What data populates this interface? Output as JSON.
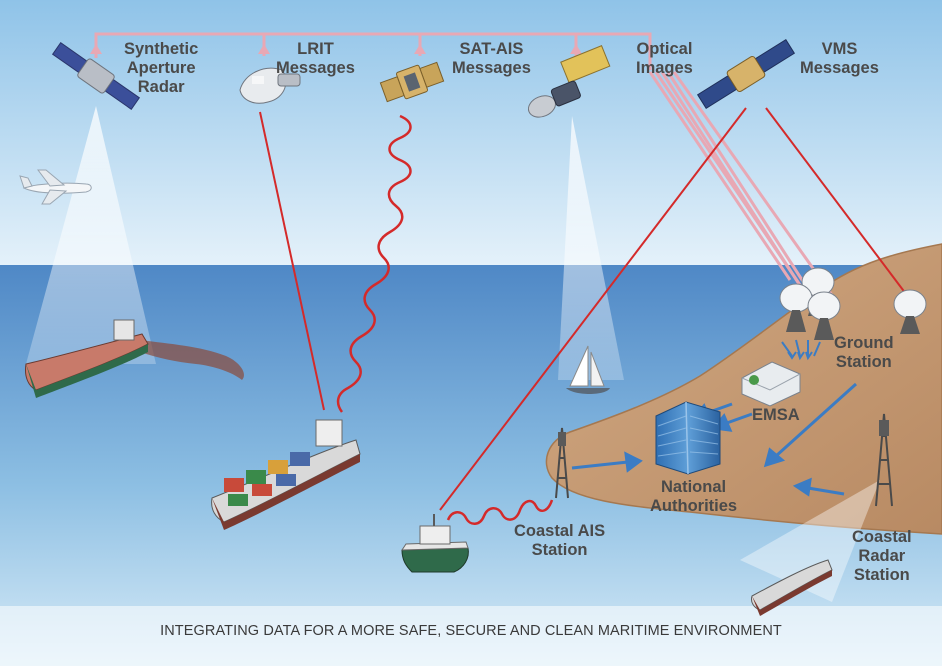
{
  "labels": {
    "sar": [
      "Synthetic",
      "Aperture",
      "Radar"
    ],
    "lrit": [
      "LRIT",
      "Messages"
    ],
    "sat_ais": [
      "SAT-AIS",
      "Messages"
    ],
    "optical": [
      "Optical",
      "Images"
    ],
    "vms": [
      "VMS",
      "Messages"
    ],
    "ground_station": [
      "Ground",
      "Station"
    ],
    "emsa": "EMSA",
    "national_authorities": [
      "National",
      "Authorities"
    ],
    "coastal_ais": [
      "Coastal AIS",
      "Station"
    ],
    "coastal_radar": [
      "Coastal",
      "Radar",
      "Station"
    ]
  },
  "footer": "INTEGRATING DATA FOR A MORE SAFE, SECURE AND CLEAN MARITIME ENVIRONMENT",
  "colors": {
    "sky_top": "#8fc3e8",
    "sky_bottom": "#e4f1fa",
    "sea_top": "#4f88c6",
    "sea_bottom": "#cfe6f5",
    "land": "#c8a07a",
    "signal_red": "#d42a2a",
    "data_link_pink": "#e8a8b4",
    "flow_arrow_blue": "#3b7cc4",
    "label_gray": "#4a4a4a"
  },
  "icons": [
    "satellite-icon",
    "airplane-icon",
    "tanker-ship-icon",
    "container-ship-icon",
    "patrol-boat-icon",
    "sailboat-icon",
    "radar-dish-icon",
    "antenna-tower-icon",
    "building-icon",
    "oil-spill-icon"
  ]
}
